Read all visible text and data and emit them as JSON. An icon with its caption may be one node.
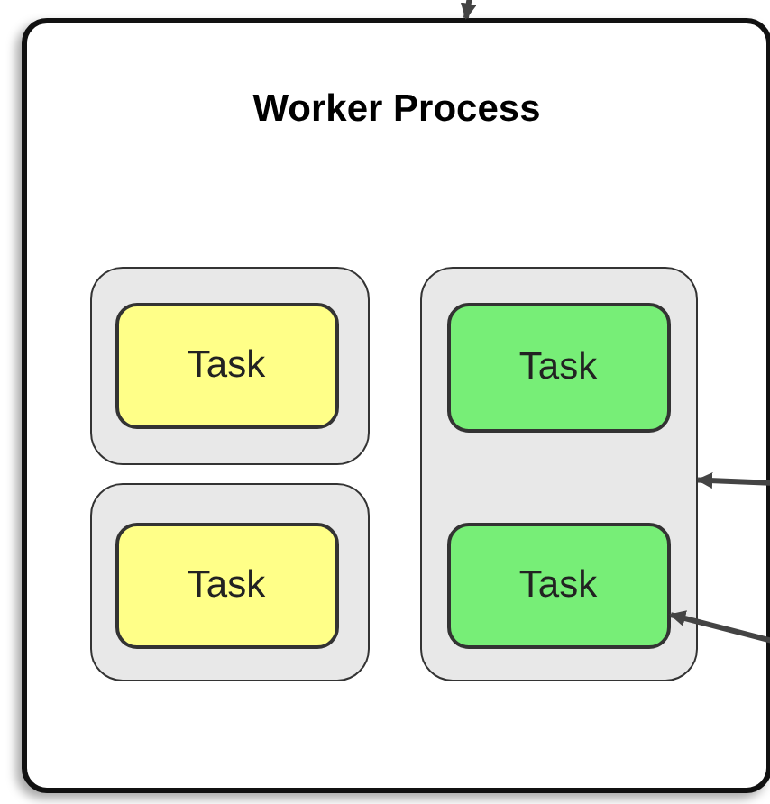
{
  "diagram": {
    "nodes": [
      {
        "text": [
          "Worker Process"
        ]
      },
      {
        "text": [],
        "shape": "box",
        "in": 0
      },
      {
        "text": [
          "Task"
        ],
        "in": 1
      },
      {
        "text": [],
        "shape": "box",
        "in": 0
      },
      {
        "text": [
          "Task"
        ],
        "in": 3
      },
      {
        "text": [],
        "shape": "box",
        "in": 0
      },
      {
        "text": [
          "Task"
        ],
        "in": 5
      },
      {
        "text": [
          "Task"
        ],
        "in": 5
      }
    ],
    "edges": [
      {
        "from": null,
        "to": 0,
        "arrow": "to"
      },
      {
        "from": null,
        "to": 5,
        "arrow": "to"
      },
      {
        "from": null,
        "to": 7,
        "arrow": "to"
      }
    ]
  }
}
